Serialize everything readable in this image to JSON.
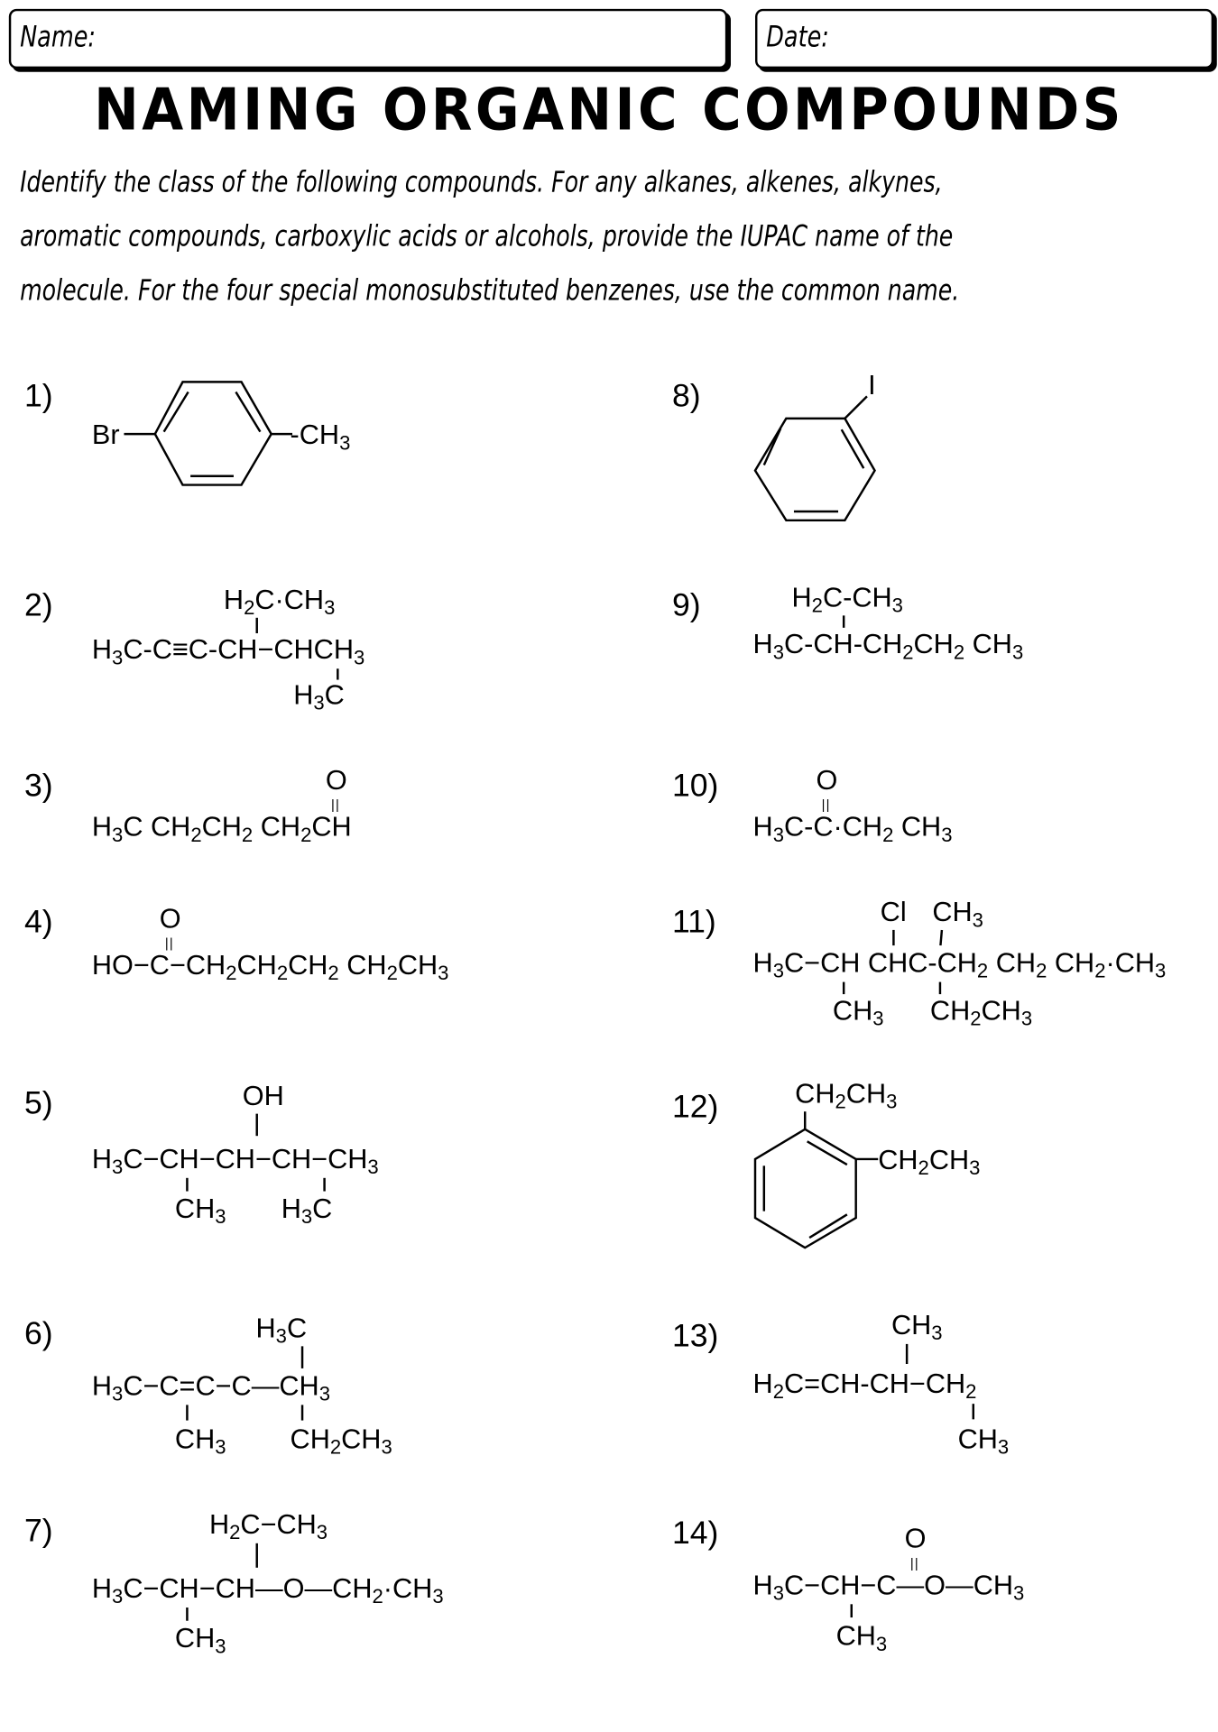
{
  "header": {
    "name_label": "Name:",
    "date_label": "Date:"
  },
  "title": "NAMING ORGANIC COMPOUNDS",
  "instructions": [
    "Identify the class of the following compounds. For any alkanes, alkenes, alkynes,",
    "aromatic compounds, carboxylic acids or alcohols, provide the IUPAC name of the",
    "molecule. For the four special monosubstituted benzenes, use the common name."
  ],
  "problems": {
    "p1": {
      "num": "1)",
      "left": "Br",
      "right": "-CH3"
    },
    "p2": {
      "num": "2)",
      "top": "H2C·CH3",
      "main": "H3C-C≡C-CH−CHCH3",
      "bottom": "H3C"
    },
    "p3": {
      "num": "3)",
      "top": "O",
      "dbl": "||",
      "main": "H3C CH2CH2 CH2CH"
    },
    "p4": {
      "num": "4)",
      "top": "O",
      "dbl": "||",
      "main": "HO−C−CH2CH2CH2 CH2CH3"
    },
    "p5": {
      "num": "5)",
      "top": "OH",
      "main": "H3C−CH−CH−CH−CH3",
      "bottom1": "CH3",
      "bottom2": "H3C"
    },
    "p6": {
      "num": "6)",
      "top": "H3C",
      "main": "H3C−C=C−C—CH3",
      "bottom1": "CH3",
      "bottom2": "CH2CH3"
    },
    "p7": {
      "num": "7)",
      "top": "H2C−CH3",
      "main": "H3C−CH−CH—O—CH2·CH3",
      "bottom": "CH3"
    },
    "p8": {
      "num": "8)",
      "sub": "I"
    },
    "p9": {
      "num": "9)",
      "top": "H2C-CH3",
      "main": "H3C-CH-CH2CH2 CH3"
    },
    "p10": {
      "num": "10)",
      "top": "O",
      "dbl": "||",
      "main": "H3C-C·CH2 CH3"
    },
    "p11": {
      "num": "11)",
      "top1": "Cl",
      "top2": "CH3",
      "main": "H3C−CH CHC-CH2 CH2 CH2·CH3",
      "bottom1": "CH3",
      "bottom2": "CH2CH3"
    },
    "p12": {
      "num": "12)",
      "sub1": "CH2CH3",
      "sub2": "CH2CH3"
    },
    "p13": {
      "num": "13)",
      "top": "CH3",
      "main": "H2C=CH-CH−CH2",
      "bottom": "CH3"
    },
    "p14": {
      "num": "14)",
      "top": "O",
      "dbl": "||",
      "main": "H3C−CH−C—O—CH3",
      "bottom": "CH3"
    }
  }
}
